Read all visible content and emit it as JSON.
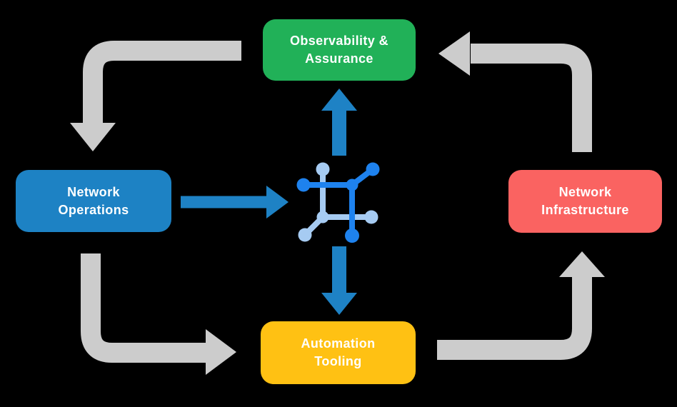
{
  "canvas": {
    "background": "#000000"
  },
  "colors": {
    "gray_arrow": "#CCCCCC",
    "blue_arrow": "#1E82C5",
    "icon_dark": "#1E82EE",
    "icon_light": "#A6CBF2",
    "label_text": "#FFFFFF"
  },
  "nodes": {
    "observability": {
      "lines": [
        "Observability &",
        "Assurance"
      ],
      "color": "#21B158"
    },
    "operations": {
      "lines": [
        "Network",
        "Operations"
      ],
      "color": "#1D82C4"
    },
    "infrastructure": {
      "lines": [
        "Network",
        "Infrastructure"
      ],
      "color": "#FA6361"
    },
    "automation": {
      "lines": [
        "Automation",
        "Tooling"
      ],
      "color": "#FFC113"
    }
  },
  "center_icon": "network-nodes-icon"
}
